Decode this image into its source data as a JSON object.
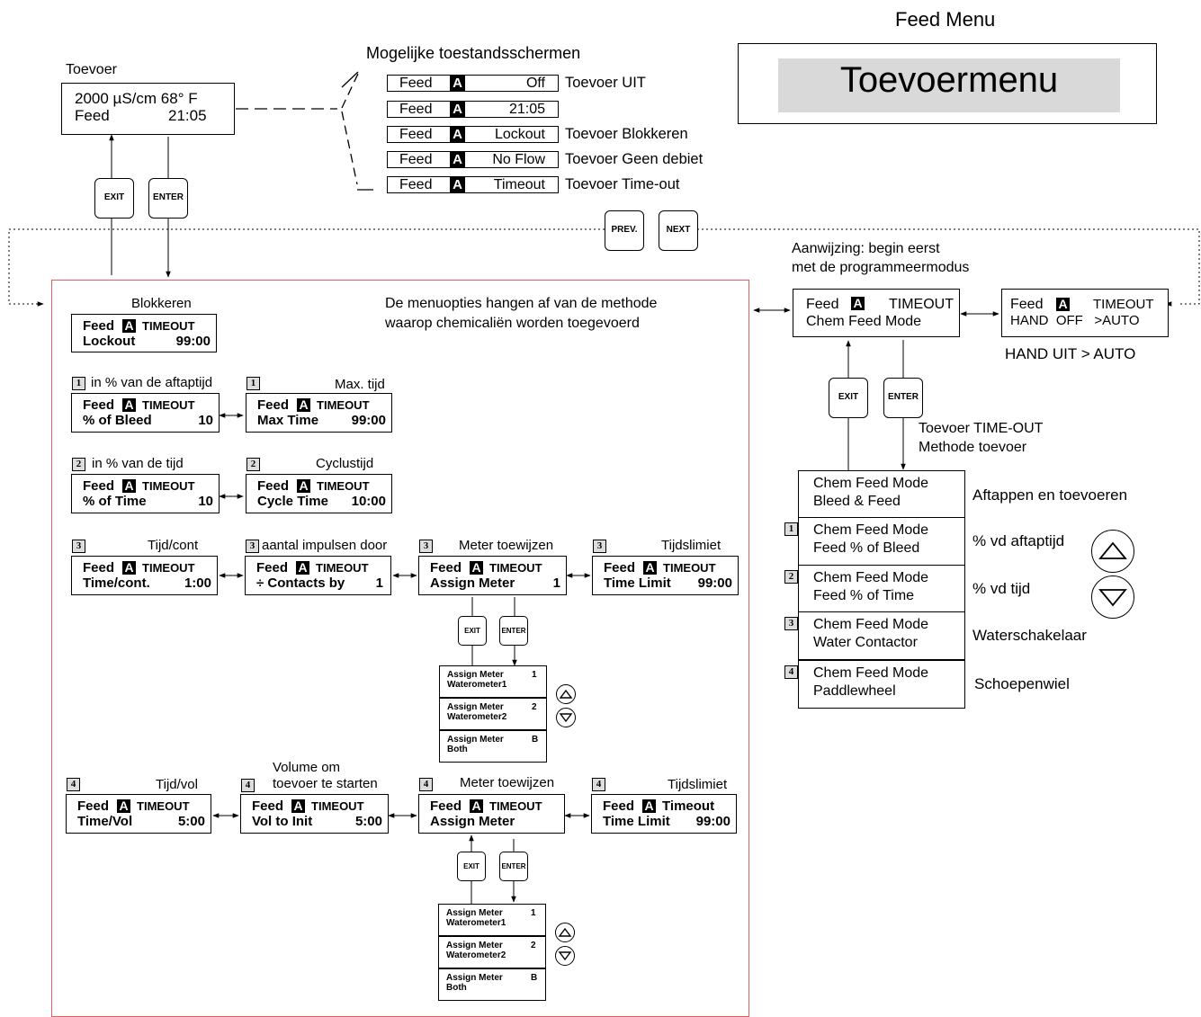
{
  "header": {
    "title": "Feed Menu",
    "banner": "Toevoermenu"
  },
  "main_display": {
    "label": "Toevoer",
    "line1": "2000 µS/cm  68° F",
    "line2_left": "Feed",
    "line2_right": "21:05"
  },
  "status_screens": {
    "title": "Mogelijke toestandsschermen",
    "feed": "Feed",
    "badge": "A",
    "items": [
      {
        "value": "Off",
        "caption": "Toevoer UIT"
      },
      {
        "value": "21:05",
        "caption": ""
      },
      {
        "value": "Lockout",
        "caption": "Toevoer Blokkeren"
      },
      {
        "value": "No Flow",
        "caption": "Toevoer Geen debiet"
      },
      {
        "value": "Timeout",
        "caption": "Toevoer Time-out"
      }
    ]
  },
  "buttons": {
    "exit": "EXIT",
    "enter": "ENTER",
    "prev": "PREV.",
    "next": "NEXT"
  },
  "hint": {
    "line1": "Aanwijzing: begin eerst",
    "line2": "met de programmeermodus"
  },
  "panel_note": {
    "line1": "De menuopties hangen af van de methode",
    "line2": "waarop chemicaliën worden toegevoerd"
  },
  "mode_screen": {
    "feed": "Feed",
    "badge": "A",
    "status": "TIMEOUT",
    "line2": "Chem Feed Mode"
  },
  "hand_screen": {
    "feed": "Feed",
    "badge": "A",
    "status": "TIMEOUT",
    "line2": "HAND  OFF   >AUTO",
    "caption": "HAND UIT  > AUTO"
  },
  "method_caption": {
    "line1": "Toevoer  TIME-OUT",
    "line2": "Methode toevoer"
  },
  "modes": [
    {
      "num": "",
      "line1": "Chem Feed Mode",
      "line2": "Bleed & Feed",
      "caption": "Aftappen en toevoeren"
    },
    {
      "num": "1",
      "line1": "Chem Feed Mode",
      "line2": "Feed % of Bleed",
      "caption": "% vd aftaptijd"
    },
    {
      "num": "2",
      "line1": "Chem Feed Mode",
      "line2": "Feed % of Time",
      "caption": "% vd tijd"
    },
    {
      "num": "3",
      "line1": "Chem Feed Mode",
      "line2": "Water Contactor",
      "caption": "Waterschakelaar"
    },
    {
      "num": "4",
      "line1": "Chem Feed Mode",
      "line2": "Paddlewheel",
      "caption": "Schoepenwiel"
    }
  ],
  "screens": {
    "lockout": {
      "title": "Blokkeren",
      "l1a": "Feed",
      "badge": "A",
      "l1b": "TIMEOUT",
      "l2a": "Lockout",
      "l2b": "99:00"
    },
    "pct_bleed": {
      "num": "1",
      "title": "in % van de aftaptijd",
      "l1a": "Feed",
      "badge": "A",
      "l1b": "TIMEOUT",
      "l2a": "% of Bleed",
      "l2b": "10"
    },
    "max_time": {
      "num": "1",
      "title": "Max. tijd",
      "l1a": "Feed",
      "badge": "A",
      "l1b": "TIMEOUT",
      "l2a": "Max Time",
      "l2b": "99:00"
    },
    "pct_time": {
      "num": "2",
      "title": "in % van de tijd",
      "l1a": "Feed",
      "badge": "A",
      "l1b": "TIMEOUT",
      "l2a": "% of Time",
      "l2b": "10"
    },
    "cycle_time": {
      "num": "2",
      "title": "Cyclustijd",
      "l1a": "Feed",
      "badge": "A",
      "l1b": "TIMEOUT",
      "l2a": "Cycle Time",
      "l2b": "10:00"
    },
    "time_cont": {
      "num": "3",
      "title": "Tijd/cont",
      "l1a": "Feed",
      "badge": "A",
      "l1b": "TIMEOUT",
      "l2a": "Time/cont.",
      "l2b": "1:00"
    },
    "contacts_by": {
      "num": "3",
      "title": "aantal impulsen door",
      "l1a": "Feed",
      "badge": "A",
      "l1b": "TIMEOUT",
      "l2a": "÷ Contacts by",
      "l2b": "1"
    },
    "assign_meter3": {
      "num": "3",
      "title": "Meter toewijzen",
      "l1a": "Feed",
      "badge": "A",
      "l1b": "TIMEOUT",
      "l2a": "Assign Meter",
      "l2b": "1"
    },
    "time_limit3": {
      "num": "3",
      "title": "Tijdslimiet",
      "l1a": "Feed",
      "badge": "A",
      "l1b": "TIMEOUT",
      "l2a": "Time Limit",
      "l2b": "99:00"
    },
    "time_vol": {
      "num": "4",
      "title": "Tijd/vol",
      "l1a": "Feed",
      "badge": "A",
      "l1b": "TIMEOUT",
      "l2a": "Time/Vol",
      "l2b": "5:00"
    },
    "vol_init": {
      "num": "4",
      "title1": "Volume om",
      "title2": "toevoer te starten",
      "l1a": "Feed",
      "badge": "A",
      "l1b": "TIMEOUT",
      "l2a": "Vol to Init",
      "l2b": "5:00"
    },
    "assign_meter4": {
      "num": "4",
      "title": "Meter toewijzen",
      "l1a": "Feed",
      "badge": "A",
      "l1b": "TIMEOUT",
      "l2a": "Assign Meter",
      "l2b": ""
    },
    "time_limit4": {
      "num": "4",
      "title": "Tijdslimiet",
      "l1a": "Feed",
      "badge": "A",
      "l1b": "Timeout",
      "l2a": "Time Limit",
      "l2b": "99:00"
    }
  },
  "meter_options": [
    {
      "l1": "Assign Meter",
      "v": "1",
      "l2": "Waterometer1"
    },
    {
      "l1": "Assign Meter",
      "v": "2",
      "l2": "Waterometer2"
    },
    {
      "l1": "Assign Meter",
      "v": "B",
      "l2": "Both"
    }
  ]
}
